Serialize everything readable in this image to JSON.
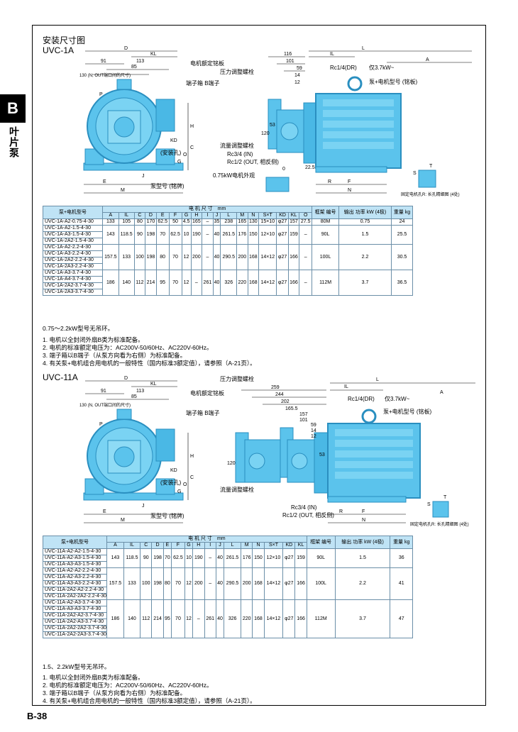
{
  "side_tab": {
    "letter": "B",
    "label": "叶片泵"
  },
  "page_number": "B-38",
  "section1": {
    "title": "安装尺寸图",
    "model": "UVC-1A",
    "labels": {
      "nameplate": "电机额定铭板",
      "terminal": "端子箱\nB端子",
      "install_hole": "(安装孔)",
      "pump_model": "泵型号\n(铭牌)",
      "pressure_bolt": "压力调整螺栓",
      "flow_bolt": "流量调整螺栓",
      "rc34": "Rc3/4 (IN)",
      "rc12": "Rc1/2 (OUT, 相反侧)",
      "rc14": "Rc1/4(DR)",
      "only37": "仅3.7kW~",
      "pump_motor": "泵+电机型号\n(铭板)",
      "motor_view": "0.75kW电机外观",
      "fix_hole": "固定电机孔R: 长孔精细图\n(4处)",
      "hole_note": "130 (N, OUT端口间的尺寸)"
    },
    "dims": [
      "D",
      "KL",
      "91",
      "113",
      "85",
      "P",
      "KD",
      "C",
      "G",
      "O",
      "E",
      "J",
      "M",
      "H",
      "116",
      "101",
      "59",
      "14",
      "12",
      "120",
      "53",
      "22.5",
      "0",
      "IL",
      "L",
      "A",
      "R",
      "F",
      "N",
      "S",
      "T"
    ]
  },
  "table_headers": {
    "model": "泵+电机型号",
    "motor_dims": "电 机 尺 寸　mm",
    "cols": [
      "A",
      "IL",
      "C",
      "D",
      "E",
      "F",
      "G",
      "H",
      "I",
      "J",
      "L",
      "M",
      "N",
      "S×T",
      "KD",
      "KL",
      "O"
    ],
    "frame": "框架\n编号",
    "output": "输出\n功率\nkW\n(4极)",
    "weight": "重量\nkg"
  },
  "table1": {
    "groups": [
      {
        "models": [
          "UVC-1A-A2-0.75-4-30"
        ],
        "values": [
          "133",
          "105",
          "80",
          "170",
          "62.5",
          "50",
          "4.5",
          "165",
          "–",
          "35",
          "238",
          "165",
          "130",
          "15×10",
          "φ27",
          "157",
          "27.5",
          "80M",
          "0.75",
          "24"
        ]
      },
      {
        "models": [
          "UVC-1A-A2-1.5-4-30",
          "UVC-1A-A3-1.5-4-30",
          "UVC-1A-2A2-1.5-4-30"
        ],
        "values": [
          "143",
          "118.5",
          "90",
          "198",
          "70",
          "62.5",
          "10",
          "190",
          "–",
          "40",
          "261.5",
          "176",
          "150",
          "12×10",
          "φ27",
          "159",
          "–",
          "90L",
          "1.5",
          "25.5"
        ]
      },
      {
        "models": [
          "UVC-1A-A2-2.2-4-30",
          "UVC-1A-A3-2.2-4-30",
          "UVC-1A-2A2-2.2-4-30",
          "UVC-1A-2A3-2.2-4-30"
        ],
        "values": [
          "157.5",
          "133",
          "100",
          "198",
          "80",
          "70",
          "12",
          "200",
          "–",
          "40",
          "290.5",
          "200",
          "168",
          "14×12",
          "φ27",
          "166",
          "–",
          "100L",
          "2.2",
          "30.5"
        ]
      },
      {
        "models": [
          "UVC-1A-A3-3.7-4-30",
          "UVC-1A-A4-3.7-4-30",
          "UVC-1A-2A2-3.7-4-30",
          "UVC-1A-2A3-3.7-4-30"
        ],
        "values": [
          "186",
          "140",
          "112",
          "214",
          "95",
          "70",
          "12",
          "–",
          "261",
          "40",
          "326",
          "220",
          "168",
          "14×12",
          "φ27",
          "166",
          "–",
          "112M",
          "3.7",
          "36.5"
        ]
      }
    ],
    "footnote": "0.75～2.2kW型号无吊环。",
    "notes": [
      "1. 电机以全封闭外扇B类为标准配备。",
      "2. 电机的标准额定电压为：AC200V-50/60Hz、AC220V-60Hz。",
      "3. 端子箱以B端子（从泵方向看为右侧）为标准配备。",
      "4. 有关泵+电机组合用电机的一般特性（国内标准3额定值），请参照（A-21页）。"
    ]
  },
  "section2": {
    "model": "UVC-11A",
    "labels": {
      "nameplate": "电机额定铭板",
      "terminal": "端子箱\nB端子",
      "install_hole": "(安装孔)",
      "pump_model": "泵型号\n(铭牌)",
      "pressure_bolt": "压力调整螺栓",
      "flow_bolt": "流量调整螺栓",
      "rc34": "Rc3/4 (IN)",
      "rc12": "Rc1/2 (OUT, 相反侧)",
      "rc14": "Rc1/4(DR)",
      "only37": "仅3.7kW~",
      "pump_motor": "泵+电机型号\n(铭板)",
      "fix_hole": "固定电机孔R: 长孔精细图\n(4处)",
      "hole_note": "130 (N, OUT端口间的尺寸)"
    },
    "dims": [
      "D",
      "KL",
      "91",
      "113",
      "85",
      "P",
      "KD",
      "C",
      "G",
      "O",
      "E",
      "J",
      "M",
      "H",
      "259",
      "244",
      "202",
      "165.5",
      "157",
      "101",
      "59",
      "14",
      "12",
      "120",
      "53",
      "IL",
      "L",
      "A",
      "R",
      "F",
      "N",
      "S",
      "T"
    ]
  },
  "table2": {
    "groups": [
      {
        "models": [
          "UVC-11A-A2-A2-1.5-4-30",
          "UVC-11A-A2-A3-1.5-4-30",
          "UVC-11A-A3-A3-1.5-4-30"
        ],
        "values": [
          "143",
          "118.5",
          "90",
          "198",
          "70",
          "62.5",
          "10",
          "190",
          "–",
          "40",
          "261.5",
          "176",
          "150",
          "12×10",
          "φ27",
          "159",
          "90L",
          "1.5",
          "36"
        ]
      },
      {
        "models": [
          "UVC-11A-A2-A2-2.2-4-30",
          "UVC-11A-A2-A3-2.2-4-30",
          "UVC-11A-A3-A3-2.2-4-30",
          "UVC-11A-2A2-A2-2.2-4-30",
          "UVC-11A-2A2-2A2-2.2-4-30"
        ],
        "values": [
          "157.5",
          "133",
          "100",
          "198",
          "80",
          "70",
          "12",
          "200",
          "–",
          "40",
          "290.5",
          "200",
          "168",
          "14×12",
          "φ27",
          "166",
          "100L",
          "2.2",
          "41"
        ]
      },
      {
        "models": [
          "UVC-11A-A2-A3-3.7-4-30",
          "UVC-11A-A3-A3-3.7-4-30",
          "UVC-11A-2A2-A2-3.7-4-30",
          "UVC-11A-2A2-A3-3.7-4-30",
          "UVC-11A-2A2-2A2-3.7-4-30",
          "UVC-11A-2A2-2A3-3.7-4-30"
        ],
        "values": [
          "186",
          "140",
          "112",
          "214",
          "95",
          "70",
          "12",
          "–",
          "261",
          "40",
          "326",
          "220",
          "168",
          "14×12",
          "φ27",
          "166",
          "112M",
          "3.7",
          "47"
        ]
      }
    ],
    "footnote": "1.5、2.2kW型号无吊环。",
    "notes": [
      "1. 电机以全封闭外扇B类为标准配备。",
      "2. 电机的标准额定电压为：AC200V-50/60Hz、AC220V-60Hz。",
      "3. 端子箱以B端子（从泵方向看为右侧）为标准配备。",
      "4. 有关泵+电机组合用电机的一般特性（国内标准3额定值），请参照（A-21页）。"
    ]
  },
  "colors": {
    "motor_blue": "#5bc3ec",
    "motor_dark": "#2a8fc0",
    "header_bg": "#bfe3f5",
    "grid": "#6b8fa8"
  }
}
